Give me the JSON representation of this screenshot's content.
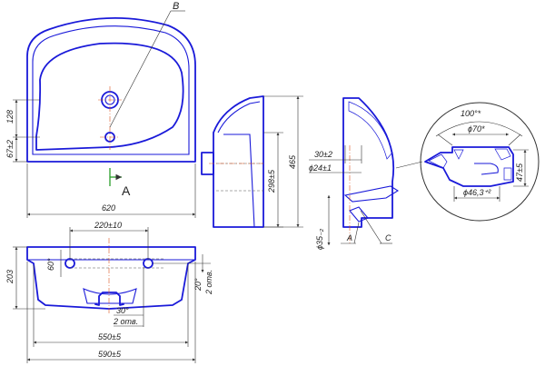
{
  "labels": {
    "B": "B",
    "A_view": "A",
    "A_section": "A",
    "C_section": "C",
    "d620": "620",
    "d128": "128",
    "d67": "67±2",
    "d220": "220±10",
    "d60": "60°",
    "d203": "203",
    "d20": "20°",
    "d2otv_right": "2 отв.",
    "d30deg": "30°",
    "d2otv_bottom": "2 отв.",
    "d550": "550±5",
    "d590": "590±5",
    "d30": "30±2",
    "d24": "ϕ24±1",
    "d298": "298±5",
    "d465": "465",
    "d35": "ϕ35₋₂",
    "d100": "100°*",
    "d70": "ϕ70*",
    "d47": "47±5",
    "d46": "ϕ46,3⁺²"
  },
  "colors": {
    "outline": "#1a1ad9",
    "dimension": "#333333",
    "centerline": "#d9531e"
  }
}
